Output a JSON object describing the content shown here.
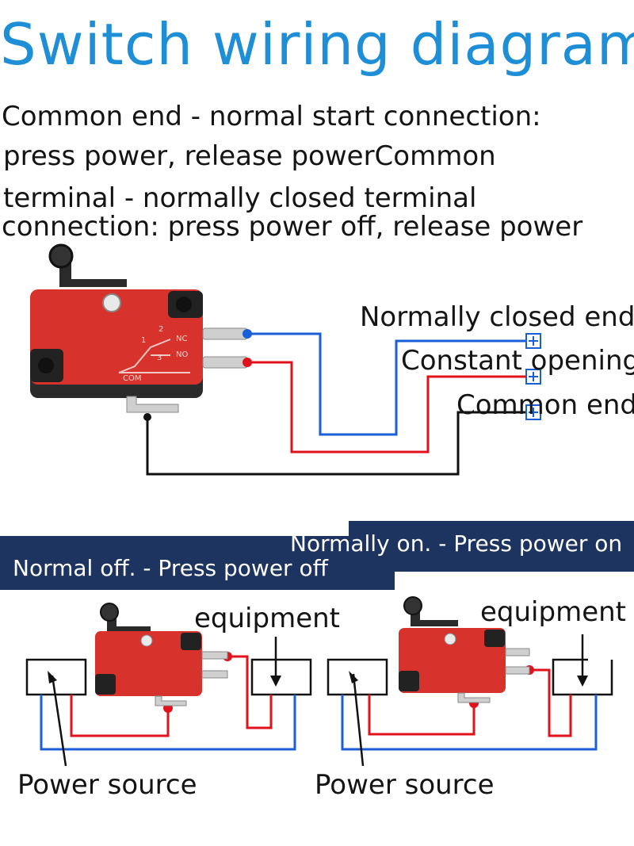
{
  "title": "Switch wiring diagram",
  "description": {
    "line1": "Common end - normal start connection:",
    "line2": "press power, release powerCommon",
    "line3": "terminal - normally closed terminal",
    "line4": "connection: press power off, release power"
  },
  "terminal_labels": {
    "nc": "Normally closed end",
    "no": "Constant opening",
    "com": "Common end"
  },
  "switch_markings": {
    "nc": "NC",
    "no": "NO",
    "com": "COM",
    "pin1": "1",
    "pin2": "2",
    "pin3": "3"
  },
  "banners": {
    "normally_on": "Normally on. - Press power on",
    "normal_off": "Normal off. - Press power off"
  },
  "bottom_left": {
    "equipment": "equipment",
    "power_source": "Power source"
  },
  "bottom_right": {
    "equipment": "equipment",
    "power_source": "Power source"
  },
  "colors": {
    "title": "#1e8fd6",
    "banner": "#1d3461",
    "switch_body": "#d8322c",
    "nc_wire": "#1a5fd6",
    "no_wire": "#e0121b",
    "com_wire": "#111111"
  }
}
